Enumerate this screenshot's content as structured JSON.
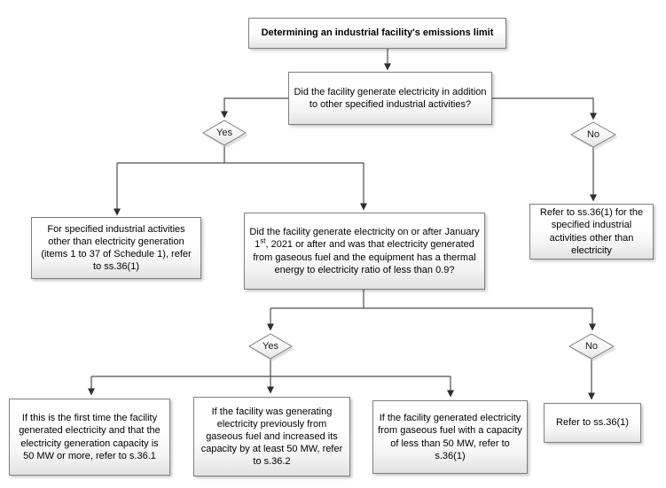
{
  "diagram": {
    "title": "Determining an industrial facility's emissions limit",
    "q1": "Did the facility generate electricity  in addition to other specified industrial activities?",
    "decision1": {
      "yes": "Yes",
      "no": "No"
    },
    "left_action": "For specified industrial activities other than electricity generation (items 1 to 37 of Schedule 1), refer to ss.36(1)",
    "q2": {
      "part1": "Did the facility generate electricity on or after January 1",
      "sup": "st",
      "part2": ", 2021 or after and was that electricity generated from gaseous fuel and the equipment has a thermal energy to electricity ratio of less than 0.9?"
    },
    "right_action": "Refer to ss.36(1) for the specified industrial activities other than electricity",
    "decision2": {
      "yes": "Yes",
      "no": "No"
    },
    "outcome_first_time": "If this is the first time the facility generated electricity and that the electricity generation capacity is 50 MW or more, refer to s.36.1",
    "outcome_increased_capacity": "If the facility was generating electricity previously from gaseous fuel and increased its capacity by at least 50 MW, refer to s.36.2",
    "outcome_less_than_50mw": "If the facility generated electricity from gaseous fuel with a capacity of less than 50 MW, refer to s.36(1)",
    "outcome_no_branch": "Refer to ss.36(1)"
  },
  "colors": {
    "box_border": "#7f7f7f",
    "box_fill_top": "#ffffff",
    "box_fill_bottom": "#e2e2e2",
    "connector_line": "#4d4d4d",
    "arrowhead": "#2f2f2f",
    "text": "#000000"
  }
}
